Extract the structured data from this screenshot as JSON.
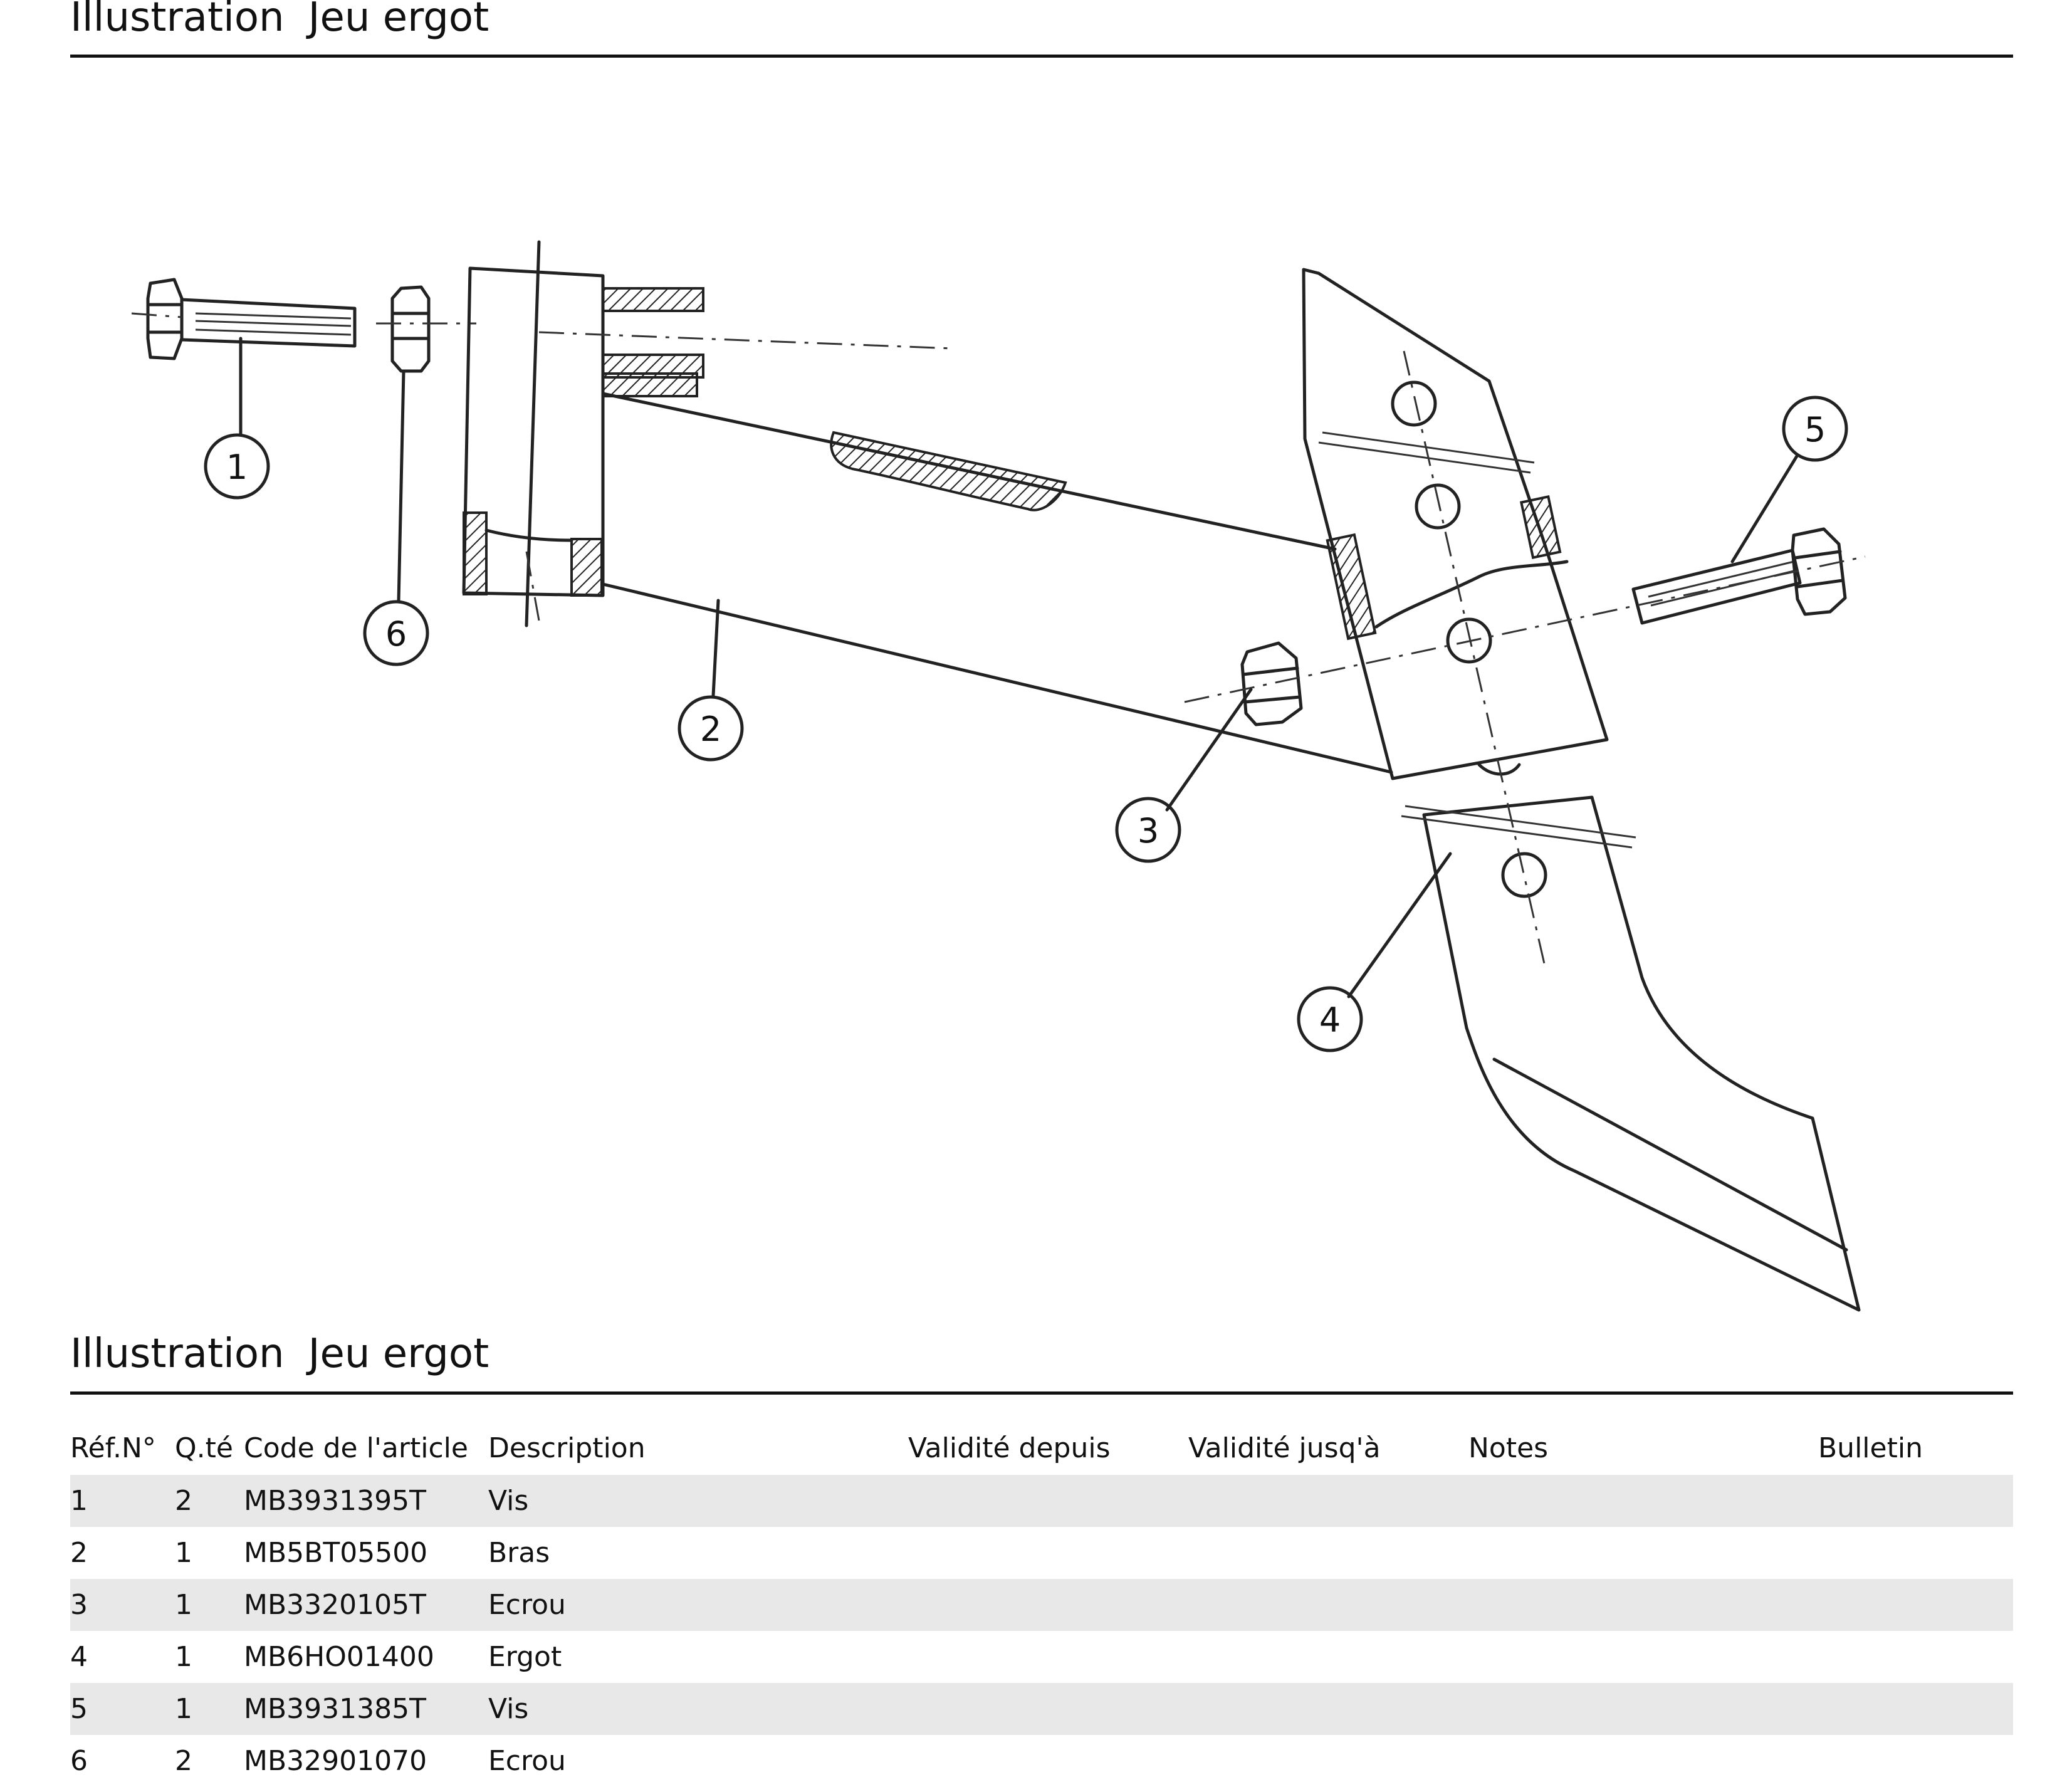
{
  "headings": {
    "top": {
      "label": "Illustration",
      "title": "Jeu ergot"
    },
    "bottom": {
      "label": "Illustration",
      "title": "Jeu ergot"
    }
  },
  "callouts": [
    "1",
    "2",
    "3",
    "4",
    "5",
    "6"
  ],
  "table": {
    "headers": [
      "Réf.N°",
      "Q.té",
      "Code de l'article",
      "Description",
      "Validité depuis",
      "Validité jusq'à",
      "Notes",
      "Bulletin"
    ],
    "rows": [
      [
        "1",
        "2",
        "MB3931395T",
        "Vis",
        "",
        "",
        "",
        ""
      ],
      [
        "2",
        "1",
        "MB5BT05500",
        "Bras",
        "",
        "",
        "",
        ""
      ],
      [
        "3",
        "1",
        "MB3320105T",
        "Ecrou",
        "",
        "",
        "",
        ""
      ],
      [
        "4",
        "1",
        "MB6HO01400",
        "Ergot",
        "",
        "",
        "",
        ""
      ],
      [
        "5",
        "1",
        "MB3931385T",
        "Vis",
        "",
        "",
        "",
        ""
      ],
      [
        "6",
        "2",
        "MB32901070",
        "Ecrou",
        "",
        "",
        "",
        ""
      ]
    ]
  }
}
